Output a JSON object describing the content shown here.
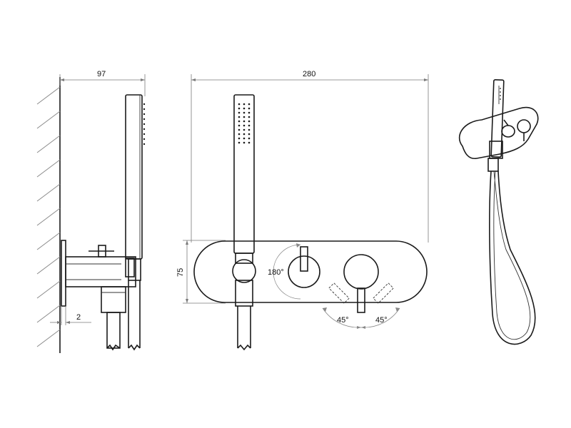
{
  "dimensions": {
    "side_width": "97",
    "front_width": "280",
    "front_height": "75",
    "wall_gap": "2"
  },
  "angles": {
    "diverter_rotation": "180°",
    "lever_left": "45°",
    "lever_right": "45°"
  }
}
